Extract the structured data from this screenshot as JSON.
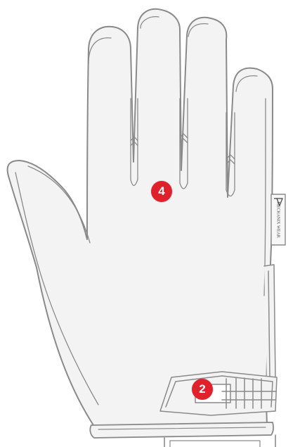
{
  "markers": [
    {
      "id": "marker-4",
      "label": "4"
    },
    {
      "id": "marker-2",
      "label": "2"
    }
  ],
  "brand_tag": {
    "text": "MECHANIX WEAR"
  },
  "colors": {
    "marker": "#e0202b",
    "outline": "#8a8a8a",
    "fill": "#f3f3f3",
    "background": "#ffffff"
  }
}
